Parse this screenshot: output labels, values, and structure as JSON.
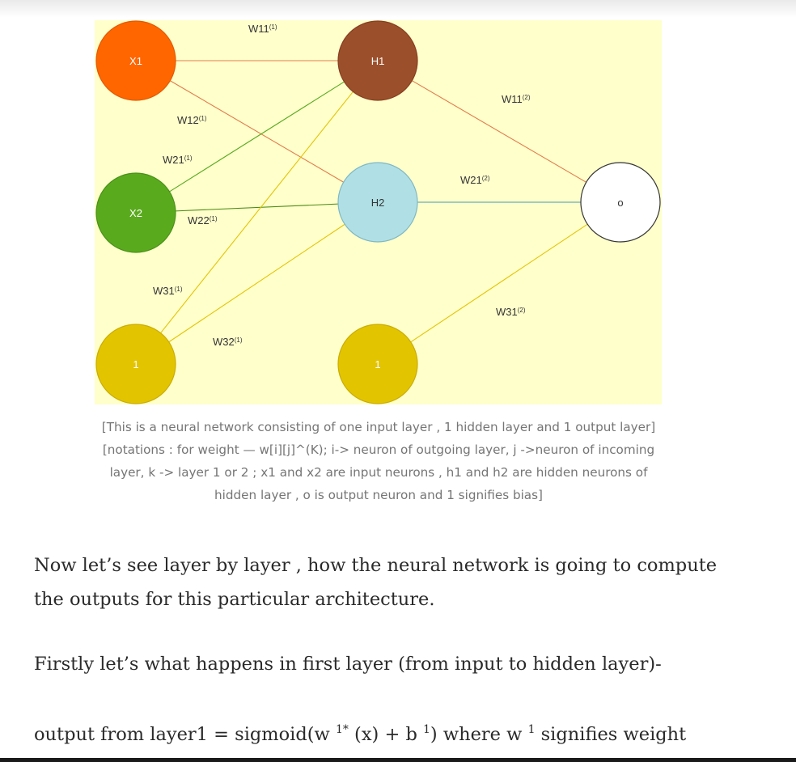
{
  "figure": {
    "background": "#ffffcc",
    "nodes": [
      {
        "id": "x1",
        "label": "X1",
        "fill": "#ff6600",
        "stroke": "#e05a00",
        "text_color": "#ffffff"
      },
      {
        "id": "x2",
        "label": "X2",
        "fill": "#5aaa1e",
        "stroke": "#4a9118",
        "text_color": "#ffffff"
      },
      {
        "id": "b1",
        "label": "1",
        "fill": "#e3c400",
        "stroke": "#c9ad00",
        "text_color": "#ffffff"
      },
      {
        "id": "h1",
        "label": "H1",
        "fill": "#9c4f2b",
        "stroke": "#863f1f",
        "text_color": "#ffffff"
      },
      {
        "id": "h2",
        "label": "H2",
        "fill": "#b0e0e6",
        "stroke": "#7fb7c2",
        "text_color": "#333333"
      },
      {
        "id": "b2",
        "label": "1",
        "fill": "#e3c400",
        "stroke": "#c9ad00",
        "text_color": "#ffffff"
      },
      {
        "id": "o",
        "label": "o",
        "fill": "#ffffff",
        "stroke": "#333333",
        "text_color": "#333333"
      }
    ],
    "edges": [
      {
        "from": "x1",
        "to": "h1",
        "color": "#e07c4a"
      },
      {
        "from": "x1",
        "to": "h2",
        "color": "#e07c4a"
      },
      {
        "from": "x2",
        "to": "h1",
        "color": "#5aaa1e"
      },
      {
        "from": "x2",
        "to": "h2",
        "color": "#4a8a10"
      },
      {
        "from": "b1",
        "to": "h1",
        "color": "#e3c400"
      },
      {
        "from": "b1",
        "to": "h2",
        "color": "#e3c400"
      },
      {
        "from": "h1",
        "to": "o",
        "color": "#e07c4a"
      },
      {
        "from": "h2",
        "to": "o",
        "color": "#4a9aa8"
      },
      {
        "from": "b2",
        "to": "o",
        "color": "#e3c400"
      }
    ],
    "weight_labels": [
      {
        "name": "W11",
        "sup": "(1)"
      },
      {
        "name": "W12",
        "sup": "(1)"
      },
      {
        "name": "W21",
        "sup": "(1)"
      },
      {
        "name": "W22",
        "sup": "(1)"
      },
      {
        "name": "W31",
        "sup": "(1)"
      },
      {
        "name": "W32",
        "sup": "(1)"
      },
      {
        "name": "W11",
        "sup": "(2)"
      },
      {
        "name": "W21",
        "sup": "(2)"
      },
      {
        "name": "W31",
        "sup": "(2)"
      }
    ]
  },
  "caption": {
    "lines": [
      "[This is a neural network consisting of one input layer , 1 hidden layer and 1 output layer]",
      "[notations : for weight — w[i][j]^(K); i-> neuron of outgoing layer, j ->neuron of incoming",
      "layer, k -> layer 1 or 2 ; x1 and x2 are input neurons , h1 and h2 are hidden neurons of",
      "hidden layer , o is output neuron and 1 signifies bias]"
    ]
  },
  "body": {
    "para1": [
      "Now let’s see layer by layer , how the neural network is going to compute",
      "the outputs for this particular architecture."
    ],
    "para2": "Firstly let’s what happens in first layer (from input to hidden layer)-",
    "para3": {
      "prefix": "output from layer1 = sigmoid(w ",
      "sup1": "1*",
      "mid1": " (x) + b ",
      "sup2": "1",
      "mid2": ") where w ",
      "sup3": "1",
      "suffix": " signifies weight"
    }
  }
}
